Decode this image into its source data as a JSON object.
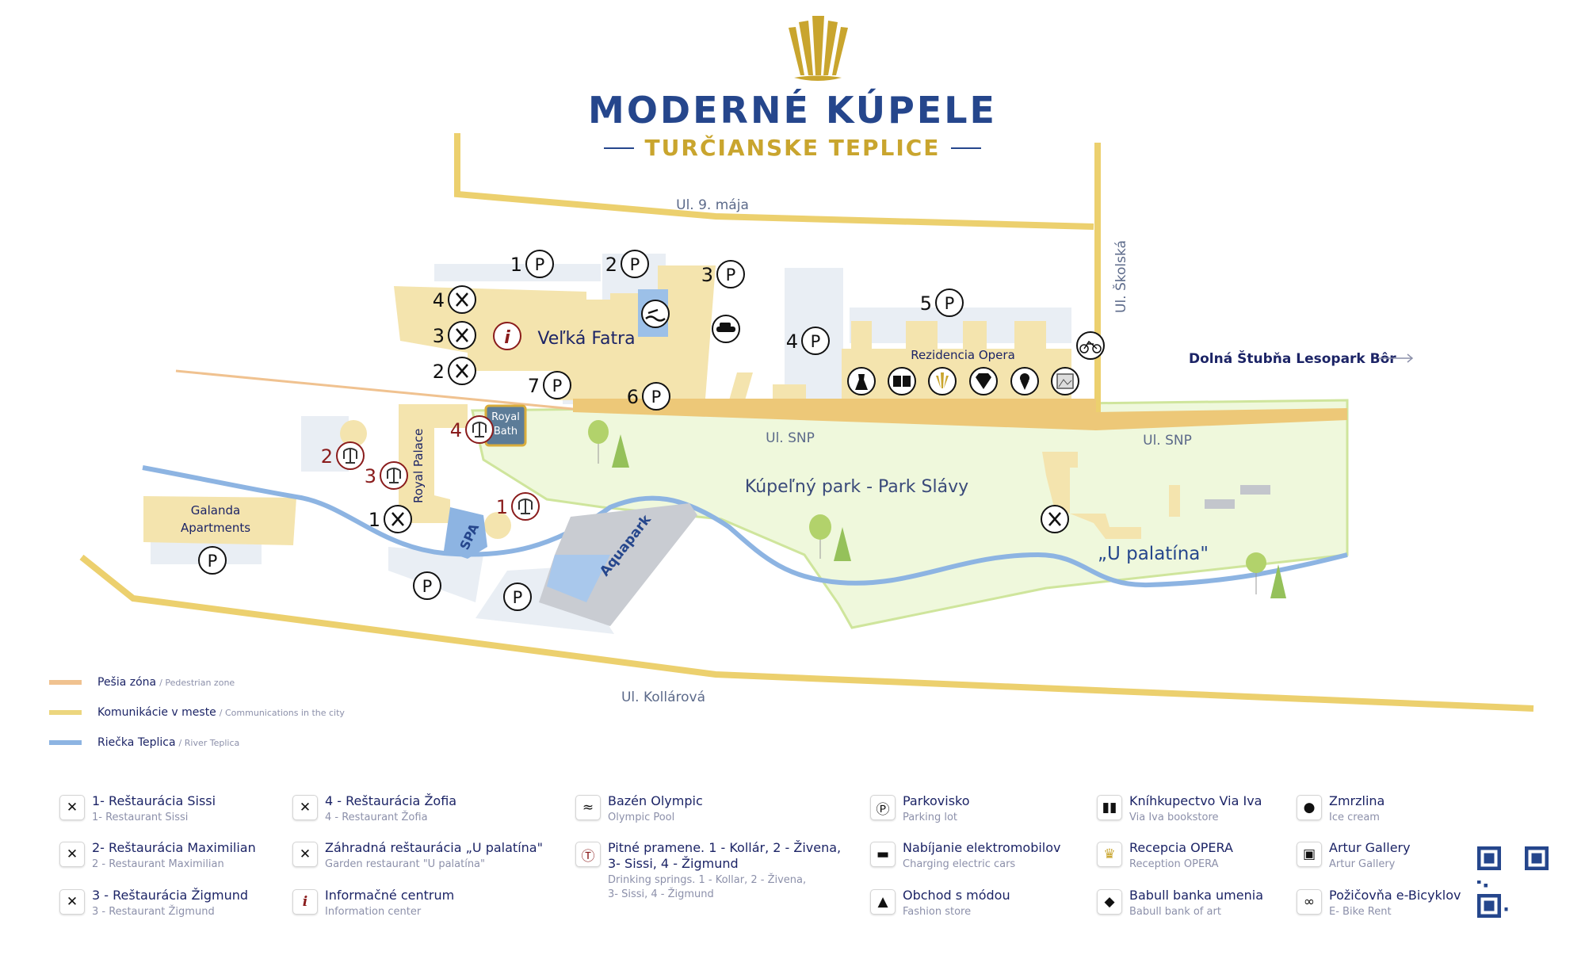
{
  "brand": {
    "title": "MODERNÉ KÚPELE",
    "subtitle": "TURČIANSKE TEPLICE"
  },
  "colors": {
    "navy": "#1c2466",
    "gold": "#c9a52e",
    "road": "#ecc874",
    "pedestrian": "#f0c290",
    "river": "#8db4e2",
    "park": "#eff8dc",
    "building": "#f4e4ae",
    "lot": "#e9eef4"
  },
  "map": {
    "streets": {
      "maja": "Ul. 9. mája",
      "skolska": "Ul. Školská",
      "snp_1": "Ul. SNP",
      "snp_2": "Ul. SNP",
      "kollarova": "Ul. Kollárová"
    },
    "direction": "Dolná Štubňa Lesopark Bôr",
    "places": {
      "velka_fatra": "Veľká Fatra",
      "rezidencia_opera": "Rezidencia Opera",
      "royal_bath_1": "Royal",
      "royal_bath_2": "Bath",
      "royal_palace": "Royal Palace",
      "spa": "SPA",
      "aquapark": "Aquapark",
      "galanda_1": "Galanda",
      "galanda_2": "Apartments",
      "park": "Kúpeľný park - Park Slávy",
      "u_palatina": "„U palatína\""
    },
    "parking_numbers": [
      "1",
      "2",
      "3",
      "4",
      "5",
      "6",
      "7"
    ],
    "restaurant_numbers": [
      "4",
      "3",
      "2",
      "1"
    ],
    "spring_numbers": [
      "4",
      "2",
      "3",
      "1"
    ]
  },
  "line_legend": [
    {
      "label": "Pešia zóna",
      "sub": "/ Pedestrian zone",
      "color": "#f0c290"
    },
    {
      "label": "Komunikácie v meste",
      "sub": "/ Communications in the city",
      "color": "#ecd67e"
    },
    {
      "label": "Riečka Teplica",
      "sub": "/ River Teplica",
      "color": "#8db4e2"
    }
  ],
  "legend": [
    {
      "icon": "fork-knife-icon",
      "label": "1- Reštaurácia Sissi",
      "sub": "1- Restaurant Sissi"
    },
    {
      "icon": "fork-knife-icon",
      "label": "2- Reštaurácia Maximilian",
      "sub": "2 - Restaurant Maximilian"
    },
    {
      "icon": "fork-knife-icon",
      "label": "3 - Reštaurácia Žigmund",
      "sub": "3 - Restaurant Žigmund"
    },
    {
      "icon": "fork-knife-icon",
      "label": "4 - Reštaurácia Žofia",
      "sub": "4 - Restaurant Žofia"
    },
    {
      "icon": "fork-knife-icon",
      "label": "Záhradná reštaurácia „U palatína\"",
      "sub": "Garden restaurant \"U palatína\""
    },
    {
      "icon": "info-icon",
      "label": "Informačné centrum",
      "sub": "Information center"
    },
    {
      "icon": "swimmer-icon",
      "label": "Bazén Olympic",
      "sub": "Olympic Pool"
    },
    {
      "icon": "spring-icon",
      "label": "Pitné pramene. 1 - Kollár, 2 - Živena,",
      "label2": "3- Sissi, 4 - Žigmund",
      "sub": "Drinking springs. 1 - Kollar, 2 - Živena,",
      "sub2": "3- Sissi, 4 - Žigmund"
    },
    {
      "icon": "parking-icon",
      "label": "Parkovisko",
      "sub": "Parking lot"
    },
    {
      "icon": "electric-car-icon",
      "label": "Nabíjanie elektromobilov",
      "sub": "Charging electric cars"
    },
    {
      "icon": "dress-icon",
      "label": "Obchod s módou",
      "sub": "Fashion store"
    },
    {
      "icon": "book-icon",
      "label": "Kníhkupectvo Via Iva",
      "sub": "Via Iva bookstore"
    },
    {
      "icon": "crown-icon",
      "label": "Recepcia OPERA",
      "sub": "Reception OPERA"
    },
    {
      "icon": "diamond-icon",
      "label": "Babull banka umenia",
      "sub": "Babull bank of art"
    },
    {
      "icon": "ice-cream-icon",
      "label": "Zmrzlina",
      "sub": "Ice cream"
    },
    {
      "icon": "gallery-icon",
      "label": "Artur Gallery",
      "sub": "Artur Gallery"
    },
    {
      "icon": "bicycle-icon",
      "label": "Požičovňa e-Bicyklov",
      "sub": "E- Bike Rent"
    }
  ]
}
